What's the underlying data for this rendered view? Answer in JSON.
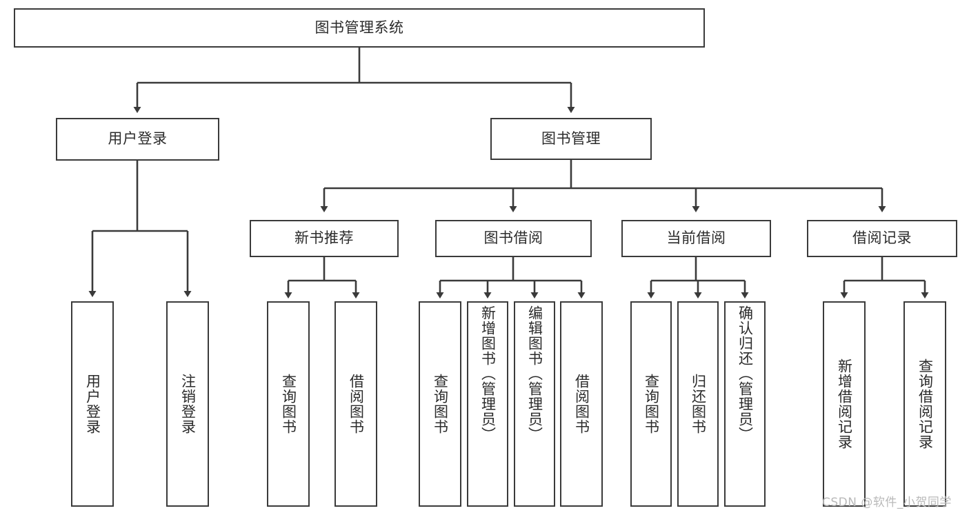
{
  "diagram": {
    "title": "图书管理系统",
    "type": "tree-hierarchy-chart",
    "root": {
      "label": "图书管理系统"
    },
    "level2": [
      {
        "label": "用户登录"
      },
      {
        "label": "图书管理"
      }
    ],
    "level3": [
      {
        "label": "新书推荐"
      },
      {
        "label": "图书借阅"
      },
      {
        "label": "当前借阅"
      },
      {
        "label": "借阅记录"
      }
    ],
    "leaves": [
      {
        "label": "用户登录"
      },
      {
        "label": "注销登录"
      },
      {
        "label": "查询图书"
      },
      {
        "label": "借阅图书"
      },
      {
        "label": "查询图书"
      },
      {
        "label": "新增图书（管理员）"
      },
      {
        "label": "编辑图书（管理员）"
      },
      {
        "label": "借阅图书"
      },
      {
        "label": "查询图书"
      },
      {
        "label": "归还图书"
      },
      {
        "label": "确认归还（管理员）"
      },
      {
        "label": "新增借阅记录"
      },
      {
        "label": "查询借阅记录"
      }
    ]
  },
  "watermark": {
    "text": "CSDN @软件_小贺同学"
  },
  "colors": {
    "stroke": "#3a3a3a",
    "fill": "#ffffff",
    "text": "#2b2b2b",
    "watermark": "#b9b9b9"
  }
}
